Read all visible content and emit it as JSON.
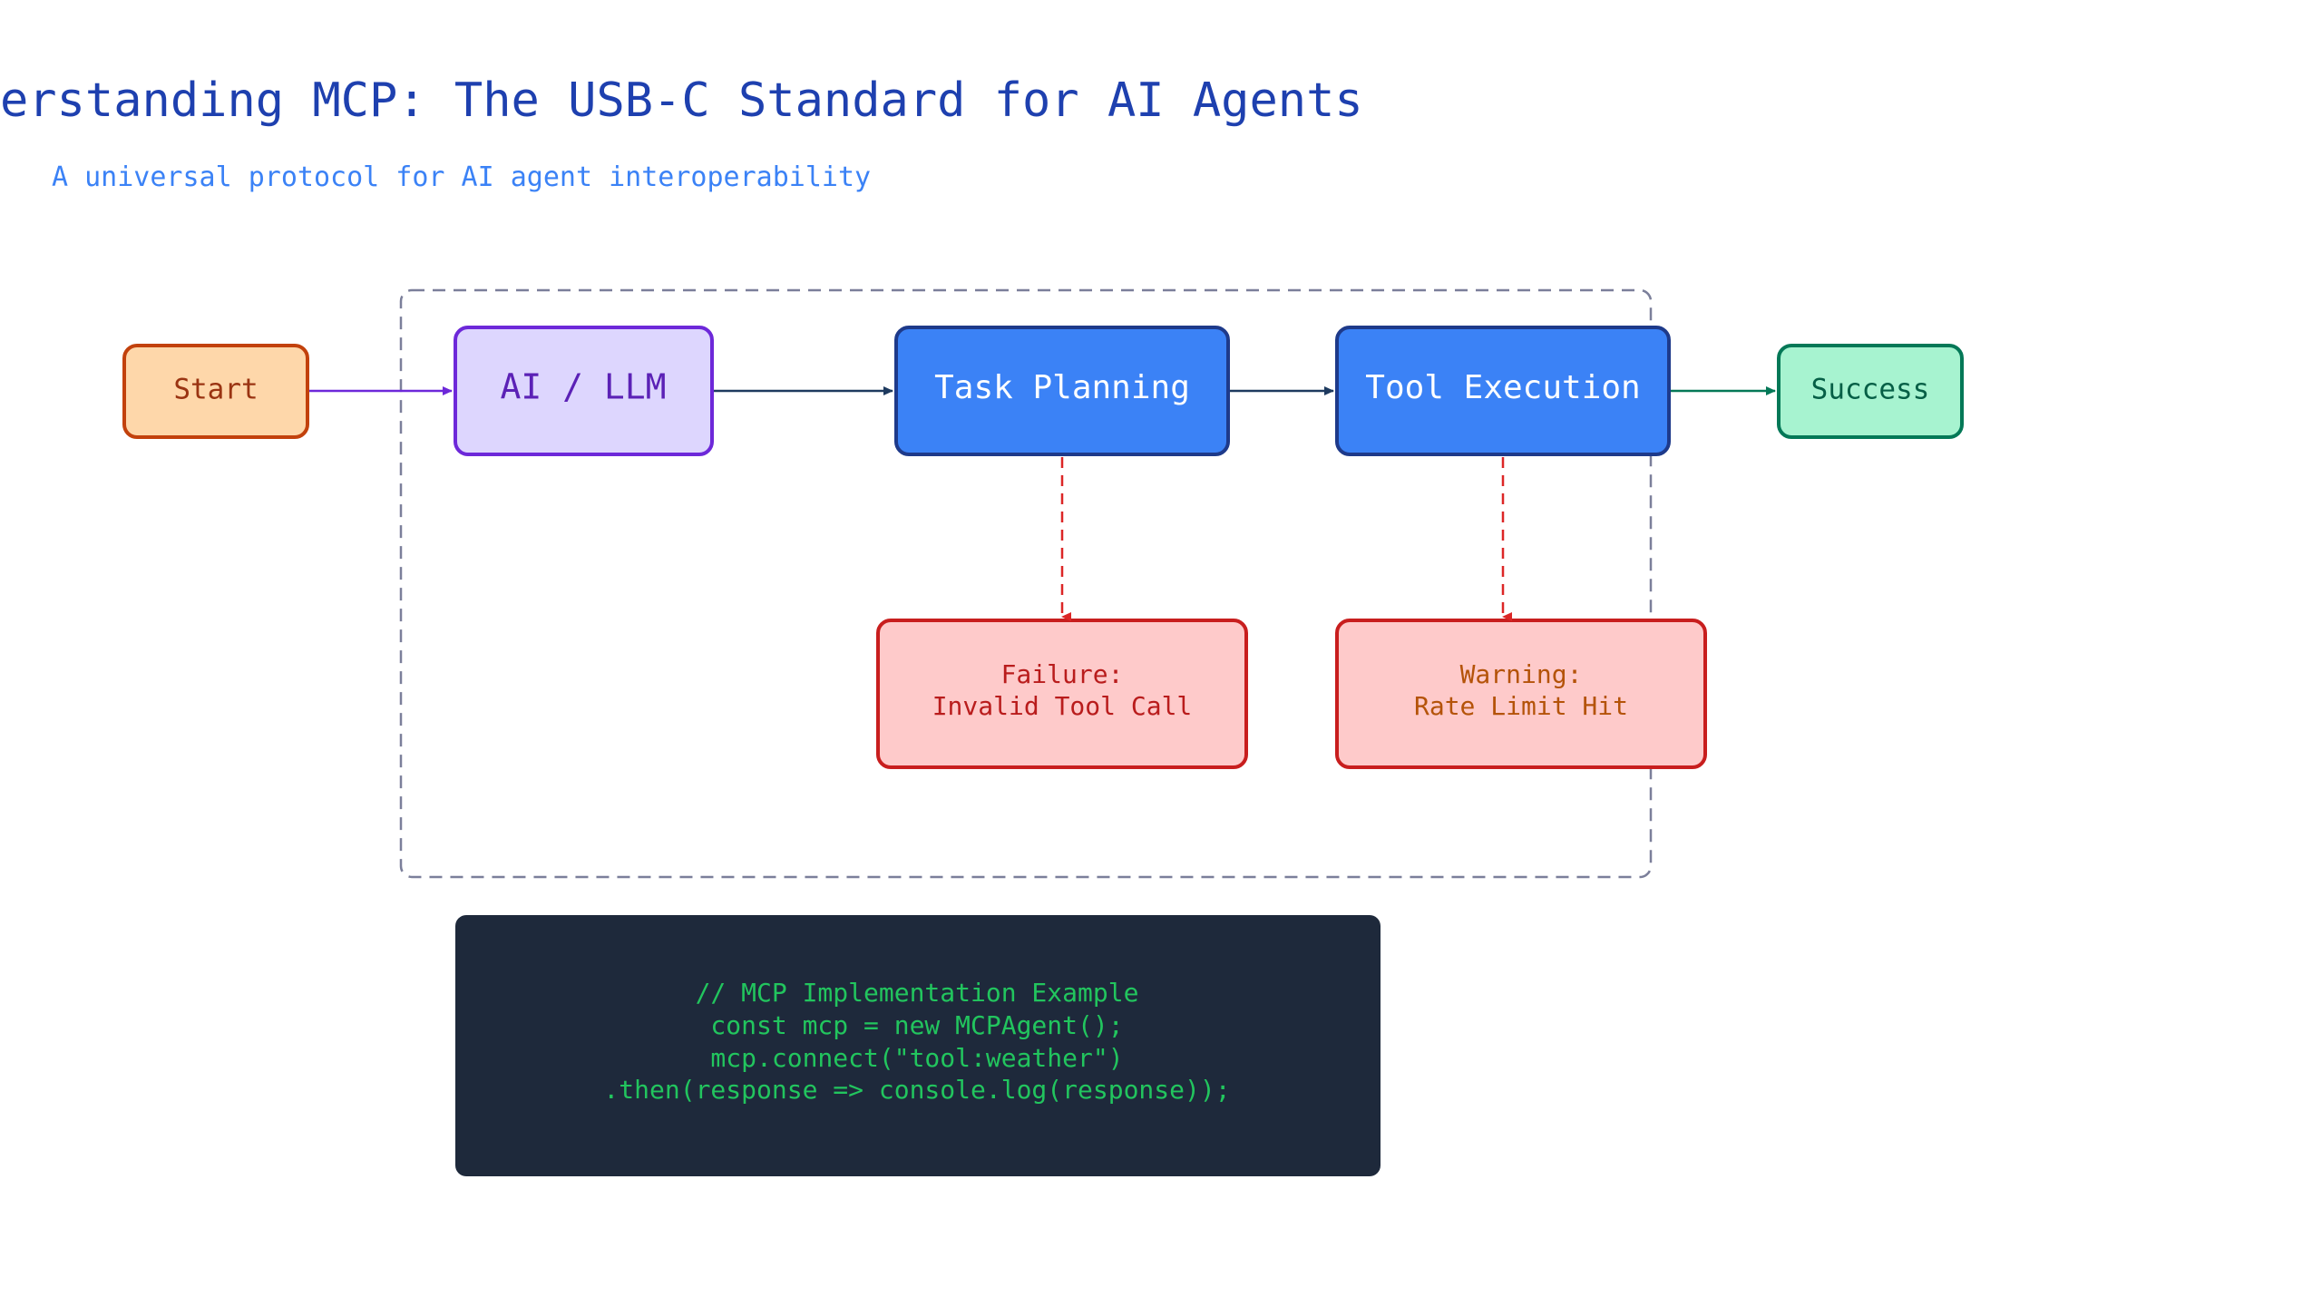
{
  "title": "erstanding MCP: The USB-C Standard for AI Agents",
  "subtitle": "A universal protocol for AI agent interoperability",
  "colors": {
    "title": "#1e40af",
    "subtitle": "#3b82f6",
    "start_fill": "#fed7aa",
    "start_stroke": "#c2410c",
    "start_text": "#9a3412",
    "llm_fill": "#ddd6fe",
    "llm_stroke": "#6d28d9",
    "llm_text": "#5b21b6",
    "process_fill": "#3b82f6",
    "process_stroke": "#1e3a8a",
    "process_text": "#ffffff",
    "success_fill": "#a7f3d0",
    "success_stroke": "#047857",
    "success_text": "#065f46",
    "error_fill": "#fecaca",
    "error_stroke": "#c81e1e",
    "failure_text": "#b91c1c",
    "warning_text": "#b45309",
    "error_arrow": "#dc2626",
    "group_border": "#7b7f9a",
    "code_bg": "#1e293b",
    "code_text": "#22c55e"
  },
  "nodes": {
    "start": "Start",
    "llm": "AI / LLM",
    "planning": "Task Planning",
    "execution": "Tool Execution",
    "success": "Success",
    "failure": {
      "line1": "Failure:",
      "line2": "Invalid Tool Call"
    },
    "warning": {
      "line1": "Warning:",
      "line2": "Rate Limit Hit"
    }
  },
  "code": {
    "lines": [
      "// MCP Implementation Example",
      "const mcp = new MCPAgent();",
      "mcp.connect(\"tool:weather\")",
      ".then(response => console.log(response));"
    ]
  }
}
